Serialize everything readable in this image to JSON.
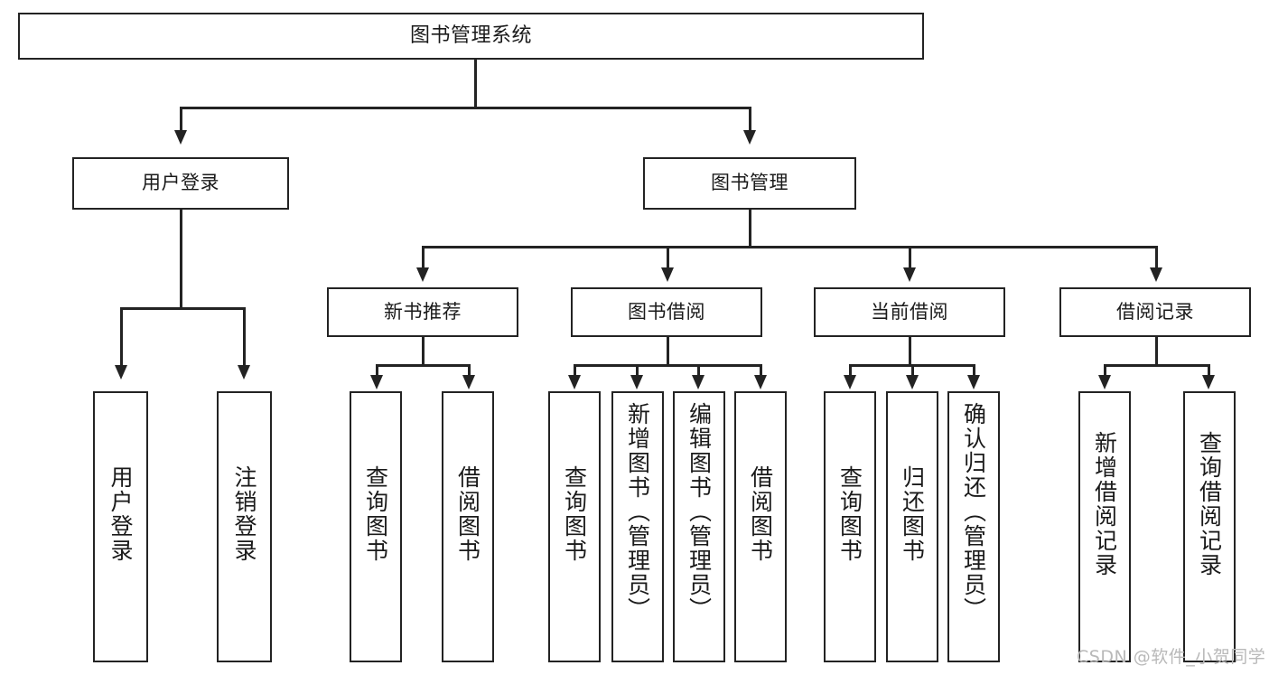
{
  "diagram": {
    "title": "图书管理系统",
    "type": "tree",
    "watermark": "CSDN @软件_小贺同学",
    "colors": {
      "box_border": "#232323",
      "box_fill": "#ffffff",
      "text": "#1a1a1a",
      "connector": "#232323",
      "watermark": "#b9b9b9",
      "background": "#ffffff"
    },
    "nodes": {
      "root": {
        "label": "图书管理系统"
      },
      "level2": [
        {
          "label": "用户登录"
        },
        {
          "label": "图书管理"
        }
      ],
      "level3": [
        {
          "label": "新书推荐"
        },
        {
          "label": "图书借阅"
        },
        {
          "label": "当前借阅"
        },
        {
          "label": "借阅记录"
        }
      ],
      "leaves": {
        "user_login": [
          {
            "label": "用户登录"
          },
          {
            "label": "注销登录"
          }
        ],
        "new_book_recommend": [
          {
            "label": "查询图书"
          },
          {
            "label": "借阅图书"
          }
        ],
        "book_borrow": [
          {
            "label": "查询图书"
          },
          {
            "label": "新增图书（管理员）"
          },
          {
            "label": "编辑图书（管理员）"
          },
          {
            "label": "借阅图书"
          }
        ],
        "current_borrow": [
          {
            "label": "查询图书"
          },
          {
            "label": "归还图书"
          },
          {
            "label": "确认归还（管理员）"
          }
        ],
        "borrow_record": [
          {
            "label": "新增借阅记录"
          },
          {
            "label": "查询借阅记录"
          }
        ]
      }
    }
  }
}
